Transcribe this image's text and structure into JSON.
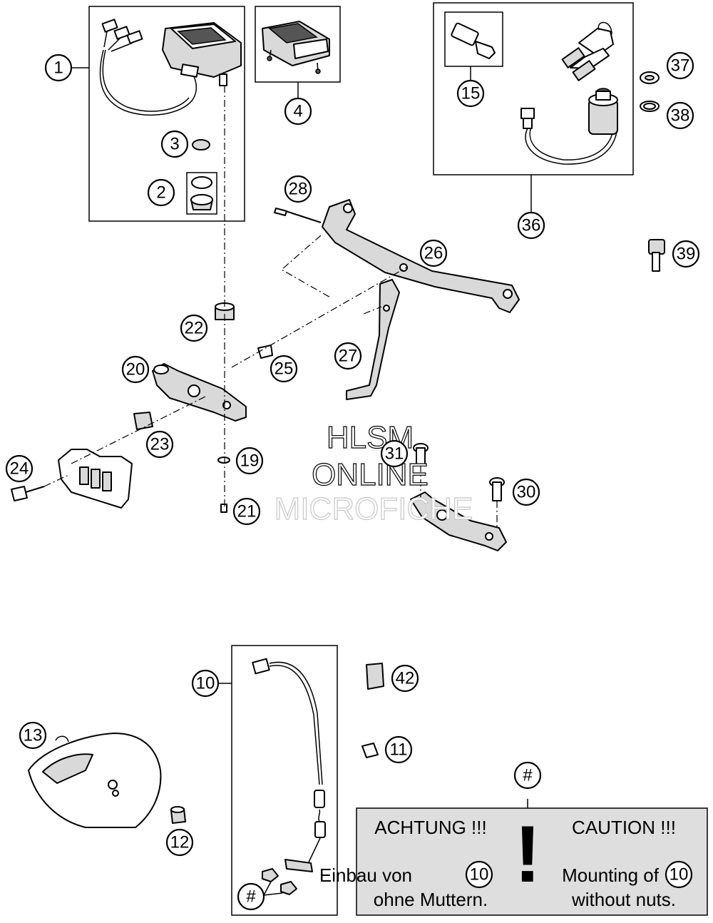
{
  "watermark": {
    "line1": "HLSM",
    "line2": "ONLINE",
    "line3": "MICROFICHE"
  },
  "callouts": {
    "c1": "1",
    "c2": "2",
    "c3": "3",
    "c4": "4",
    "c10": "10",
    "c11": "11",
    "c12": "12",
    "c13": "13",
    "c15": "15",
    "c19": "19",
    "c20": "20",
    "c21": "21",
    "c22": "22",
    "c23": "23",
    "c24": "24",
    "c25": "25",
    "c26": "26",
    "c27": "27",
    "c28": "28",
    "c30": "30",
    "c31": "31",
    "c36": "36",
    "c37": "37",
    "c38": "38",
    "c39": "39",
    "c42": "42",
    "hash_top": "#",
    "hash_bottom": "#"
  },
  "note": {
    "left_heading": "ACHTUNG !!!",
    "left_line1": "Einbau von",
    "left_ref": "10",
    "left_line2": "ohne Muttern.",
    "right_heading": "CAUTION !!!",
    "right_line1": "Mounting of",
    "right_ref": "10",
    "right_line2": "without nuts.",
    "exclamation": "!"
  }
}
